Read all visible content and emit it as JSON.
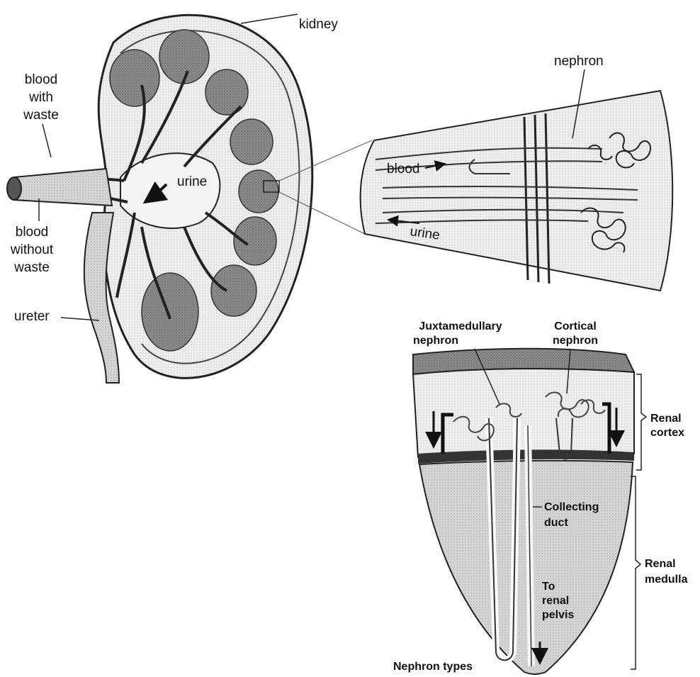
{
  "kidney_section": {
    "kidney_label": "kidney",
    "blood_with_waste": [
      "blood",
      "with",
      "waste"
    ],
    "blood_without_waste": [
      "blood",
      "without",
      "waste"
    ],
    "urine_label": "urine",
    "ureter_label": "ureter"
  },
  "nephron_section": {
    "nephron_label": "nephron",
    "blood_label": "blood",
    "urine_label": "urine"
  },
  "nephron_types": {
    "juxtamedullary": [
      "Juxtamedullary",
      "nephron"
    ],
    "cortical": [
      "Cortical",
      "nephron"
    ],
    "renal_cortex": [
      "Renal",
      "cortex"
    ],
    "collecting_duct": [
      "Collecting",
      "duct"
    ],
    "renal_medulla": [
      "Renal",
      "medulla"
    ],
    "to_renal_pelvis": [
      "To",
      "renal",
      "pelvis"
    ],
    "caption": "Nephron types"
  }
}
